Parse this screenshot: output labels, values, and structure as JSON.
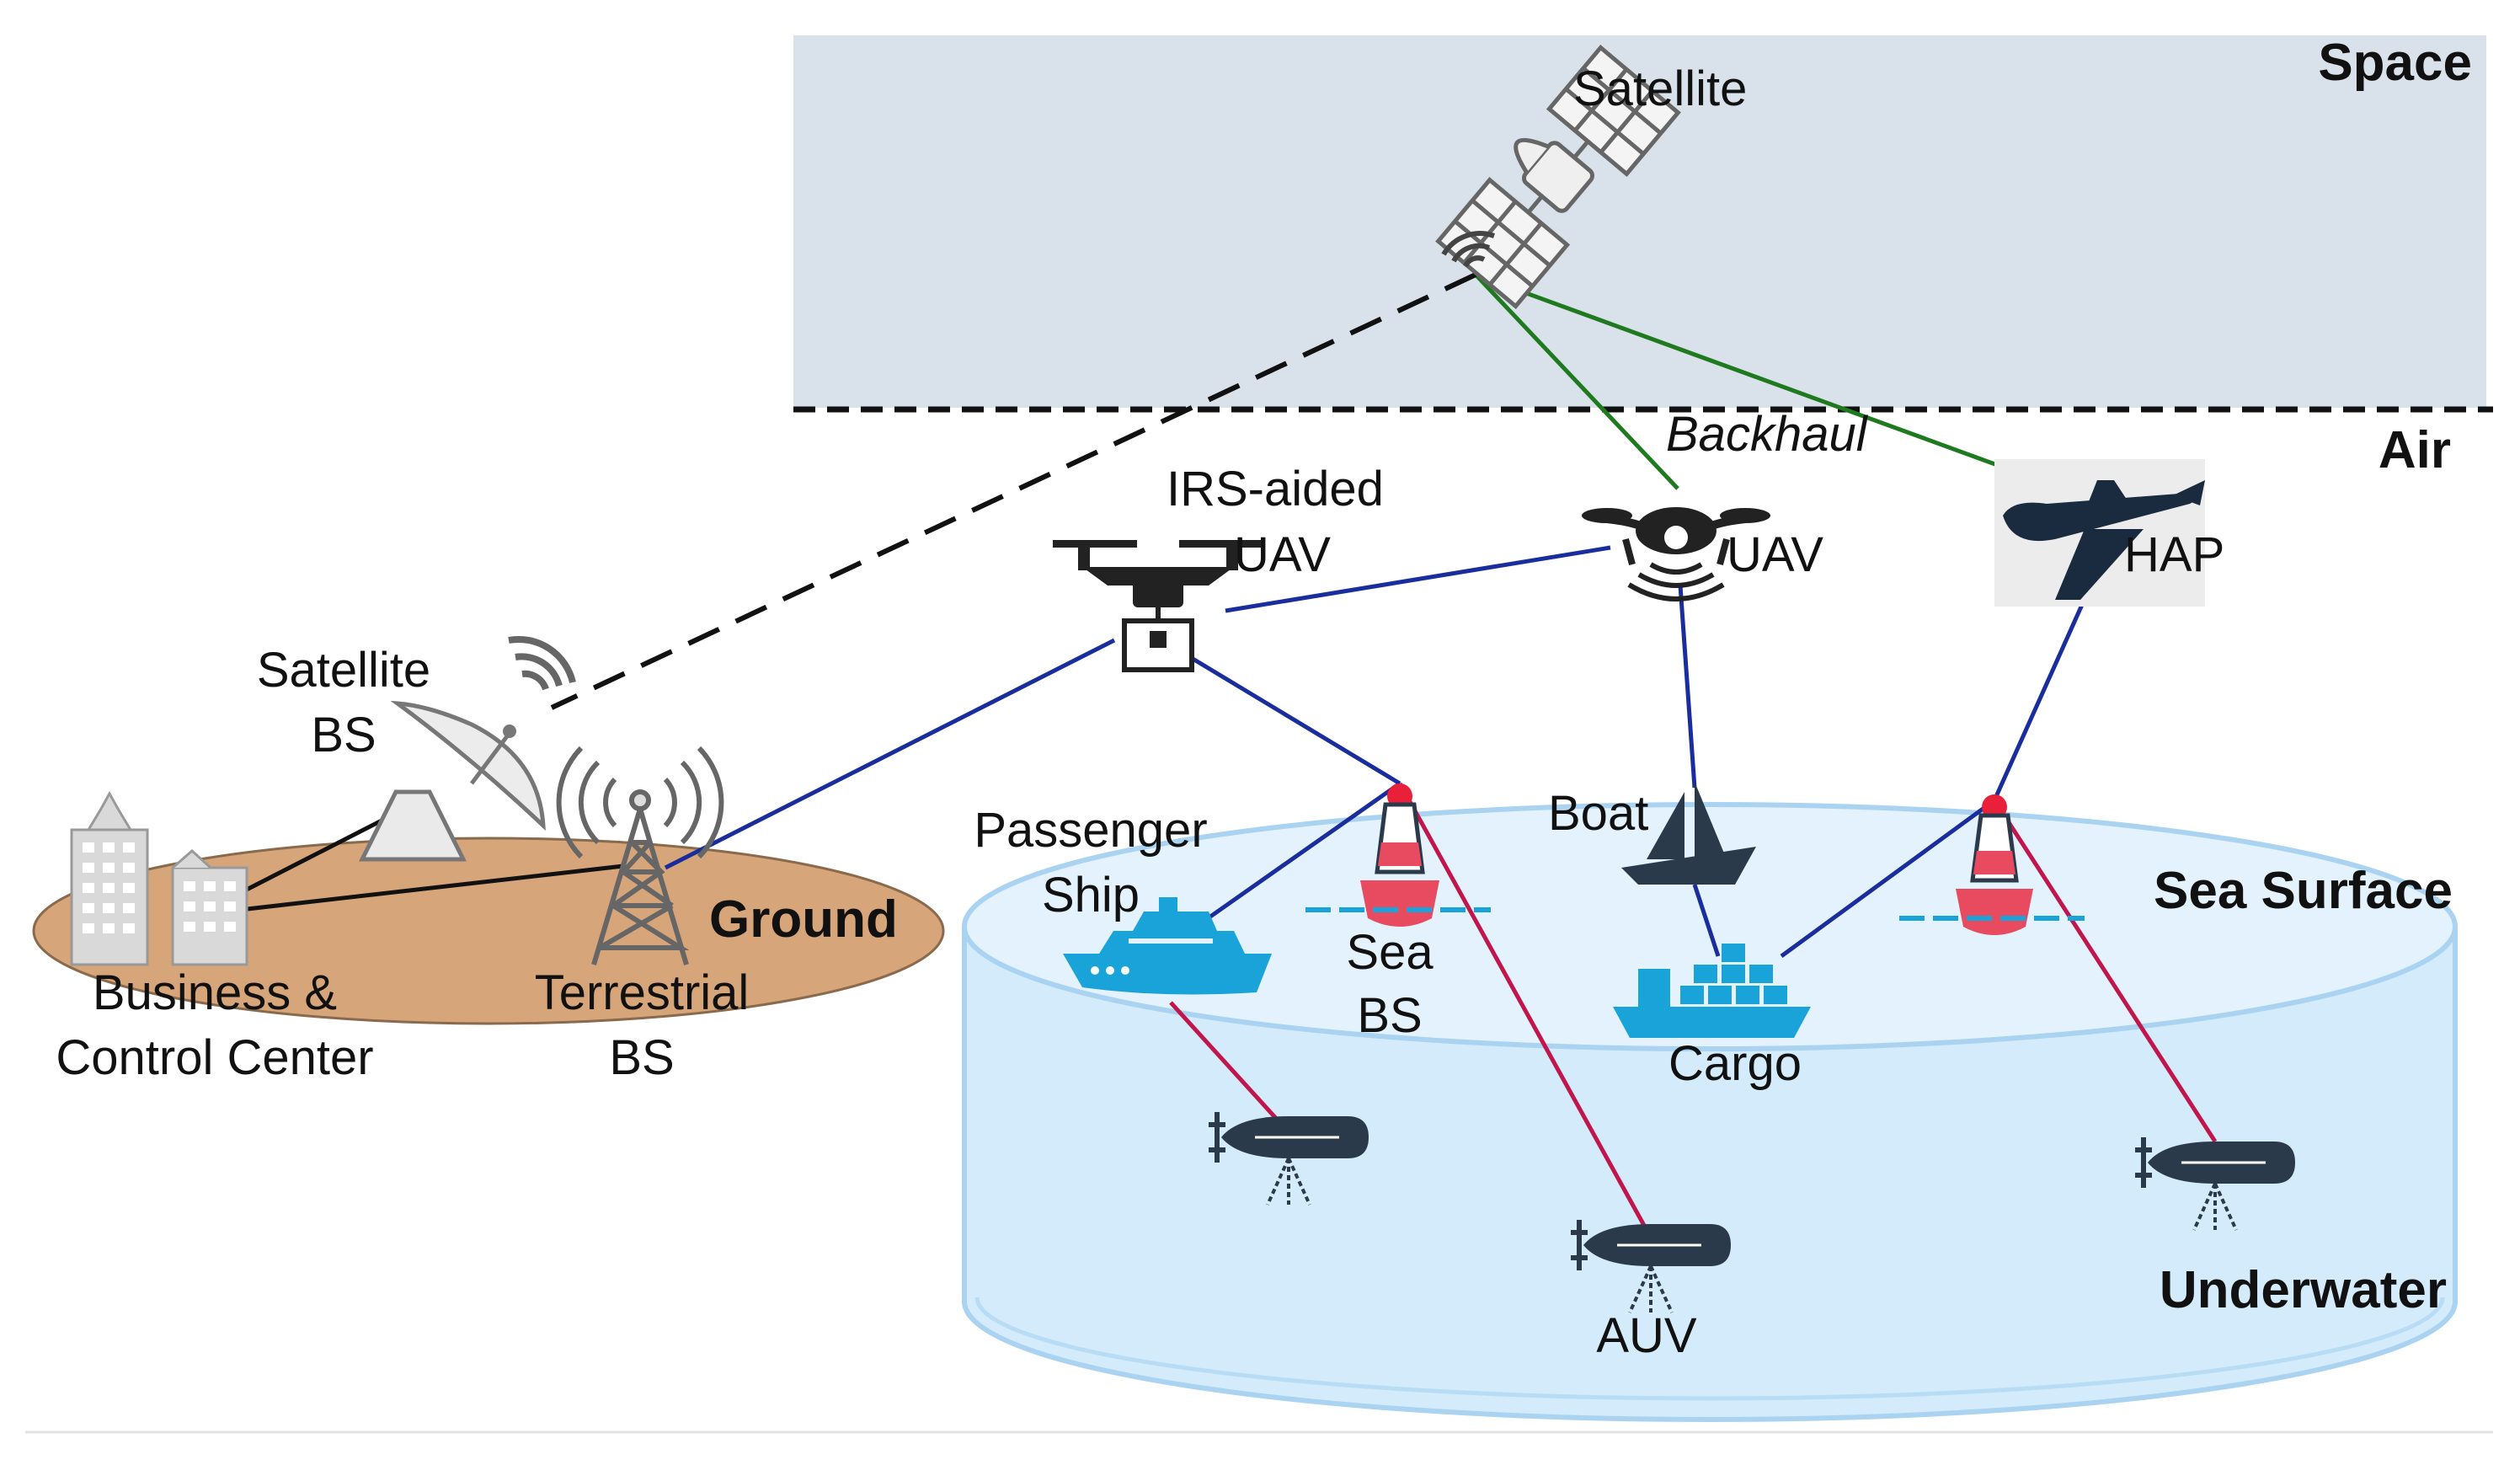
{
  "zones": {
    "space": "Space",
    "air": "Air",
    "ground": "Ground",
    "sea_surface": "Sea Surface",
    "underwater": "Underwater"
  },
  "nodes": {
    "satellite": "Satellite",
    "backhaul": "Backhaul",
    "irs_uav_line1": "IRS-aided",
    "irs_uav_line2": "UAV",
    "uav": "UAV",
    "hap": "HAP",
    "satellite_bs_line1": "Satellite",
    "satellite_bs_line2": "BS",
    "terrestrial_bs_line1": "Terrestrial",
    "terrestrial_bs_line2": "BS",
    "business_line1": "Business &",
    "business_line2": "Control Center",
    "passenger_ship_line1": "Passenger",
    "passenger_ship_line2": "Ship",
    "sea_bs_line1": "Sea",
    "sea_bs_line2": "BS",
    "boat": "Boat",
    "cargo": "Cargo",
    "auv": "AUV"
  },
  "colors": {
    "space_bg": "#d9e2ea",
    "ground": "#d7a57a",
    "sea": "#d4ebfb",
    "sea_edge": "#a9d3f1",
    "satellite_link": "#1f7a1f",
    "radio_link": "#1a2d9c",
    "underwater_link": "#c0164c",
    "wired_link": "#111111",
    "vessel": "#1aa3d9",
    "buoy": "#e84a5f",
    "auv_body": "#2b3a4a"
  }
}
